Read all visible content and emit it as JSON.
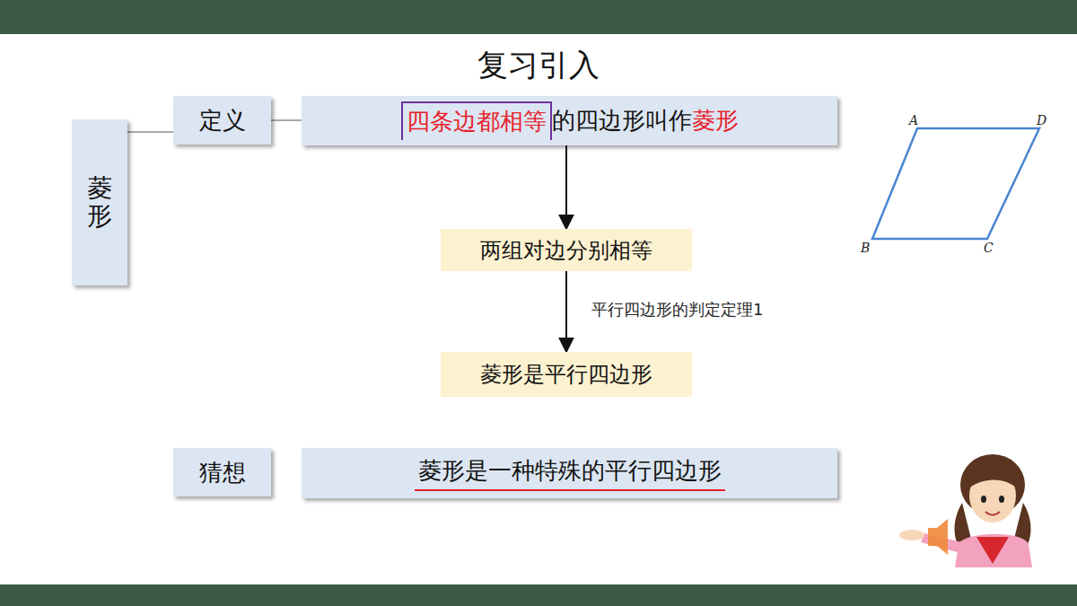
{
  "diagram": {
    "title": "复习引入",
    "nodes": [
      {
        "text": [
          "菱形"
        ]
      },
      {
        "text": [
          "定义"
        ]
      },
      {
        "text": [
          "四条边都相等",
          "的四边形叫作",
          "菱形"
        ]
      },
      {
        "text": [
          "两组对边分别相等"
        ]
      },
      {
        "text": [
          "菱形是平行四边形"
        ]
      },
      {
        "text": [
          "猜想"
        ]
      },
      {
        "text": [
          "菱形是一种特殊的平行四边形"
        ]
      }
    ],
    "edges": [
      {
        "from": 0,
        "to": 1,
        "arrow": "none"
      },
      {
        "from": 1,
        "to": 2,
        "arrow": "none"
      },
      {
        "from": 2,
        "to": 3,
        "arrow": "to"
      },
      {
        "from": 3,
        "to": 4,
        "label": "平行四边形的判定定理1",
        "arrow": "to"
      }
    ],
    "labels": [
      "A",
      "B",
      "C",
      "D"
    ]
  }
}
